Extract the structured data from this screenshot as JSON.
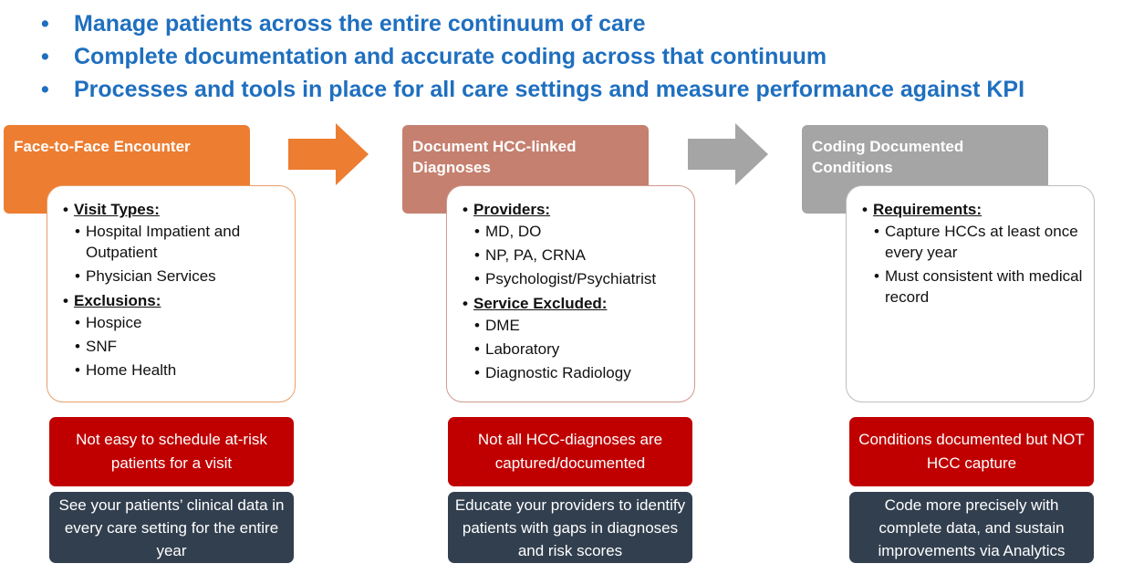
{
  "bullets": [
    "Manage patients across the entire continuum of care",
    "Complete documentation and accurate coding across that continuum",
    "Processes and tools in place for all care settings and measure performance against KPI"
  ],
  "steps": [
    {
      "title": "Face-to-Face Encounter",
      "color": "#ed7d31",
      "sections": [
        {
          "label": "Visit Types:",
          "items": [
            "Hospital Impatient and Outpatient",
            "Physician Services"
          ]
        },
        {
          "label": "Exclusions:",
          "items": [
            "Hospice",
            "SNF",
            "Home Health"
          ]
        }
      ],
      "challenge": "Not easy to schedule at-risk patients for a visit",
      "solution": "See your patients’ clinical data in every care setting for the entire year"
    },
    {
      "title": "Document HCC-linked Diagnoses",
      "color": "#c5806f",
      "sections": [
        {
          "label": "Providers:",
          "items": [
            "MD, DO",
            "NP, PA, CRNA",
            "Psychologist/Psychiatrist"
          ]
        },
        {
          "label": "Service Excluded:",
          "items": [
            "DME",
            "Laboratory",
            "Diagnostic Radiology"
          ]
        }
      ],
      "challenge": "Not all HCC-diagnoses are captured/documented",
      "solution": "Educate your providers to identify patients with gaps in diagnoses and risk scores"
    },
    {
      "title": "Coding Documented Conditions",
      "color": "#a5a5a5",
      "sections": [
        {
          "label": "Requirements:",
          "items": [
            "Capture HCCs at least once every year",
            "Must consistent with medical record"
          ]
        }
      ],
      "challenge": "Conditions documented but NOT HCC capture",
      "solution": "Code more precisely with complete data, and sustain improvements via Analytics"
    }
  ],
  "colors": {
    "bullet_text": "#1f6fbf",
    "challenge": "#c00000",
    "solution": "#323f4f",
    "arrow1": "#ed7d31",
    "arrow2": "#a5a5a5"
  }
}
